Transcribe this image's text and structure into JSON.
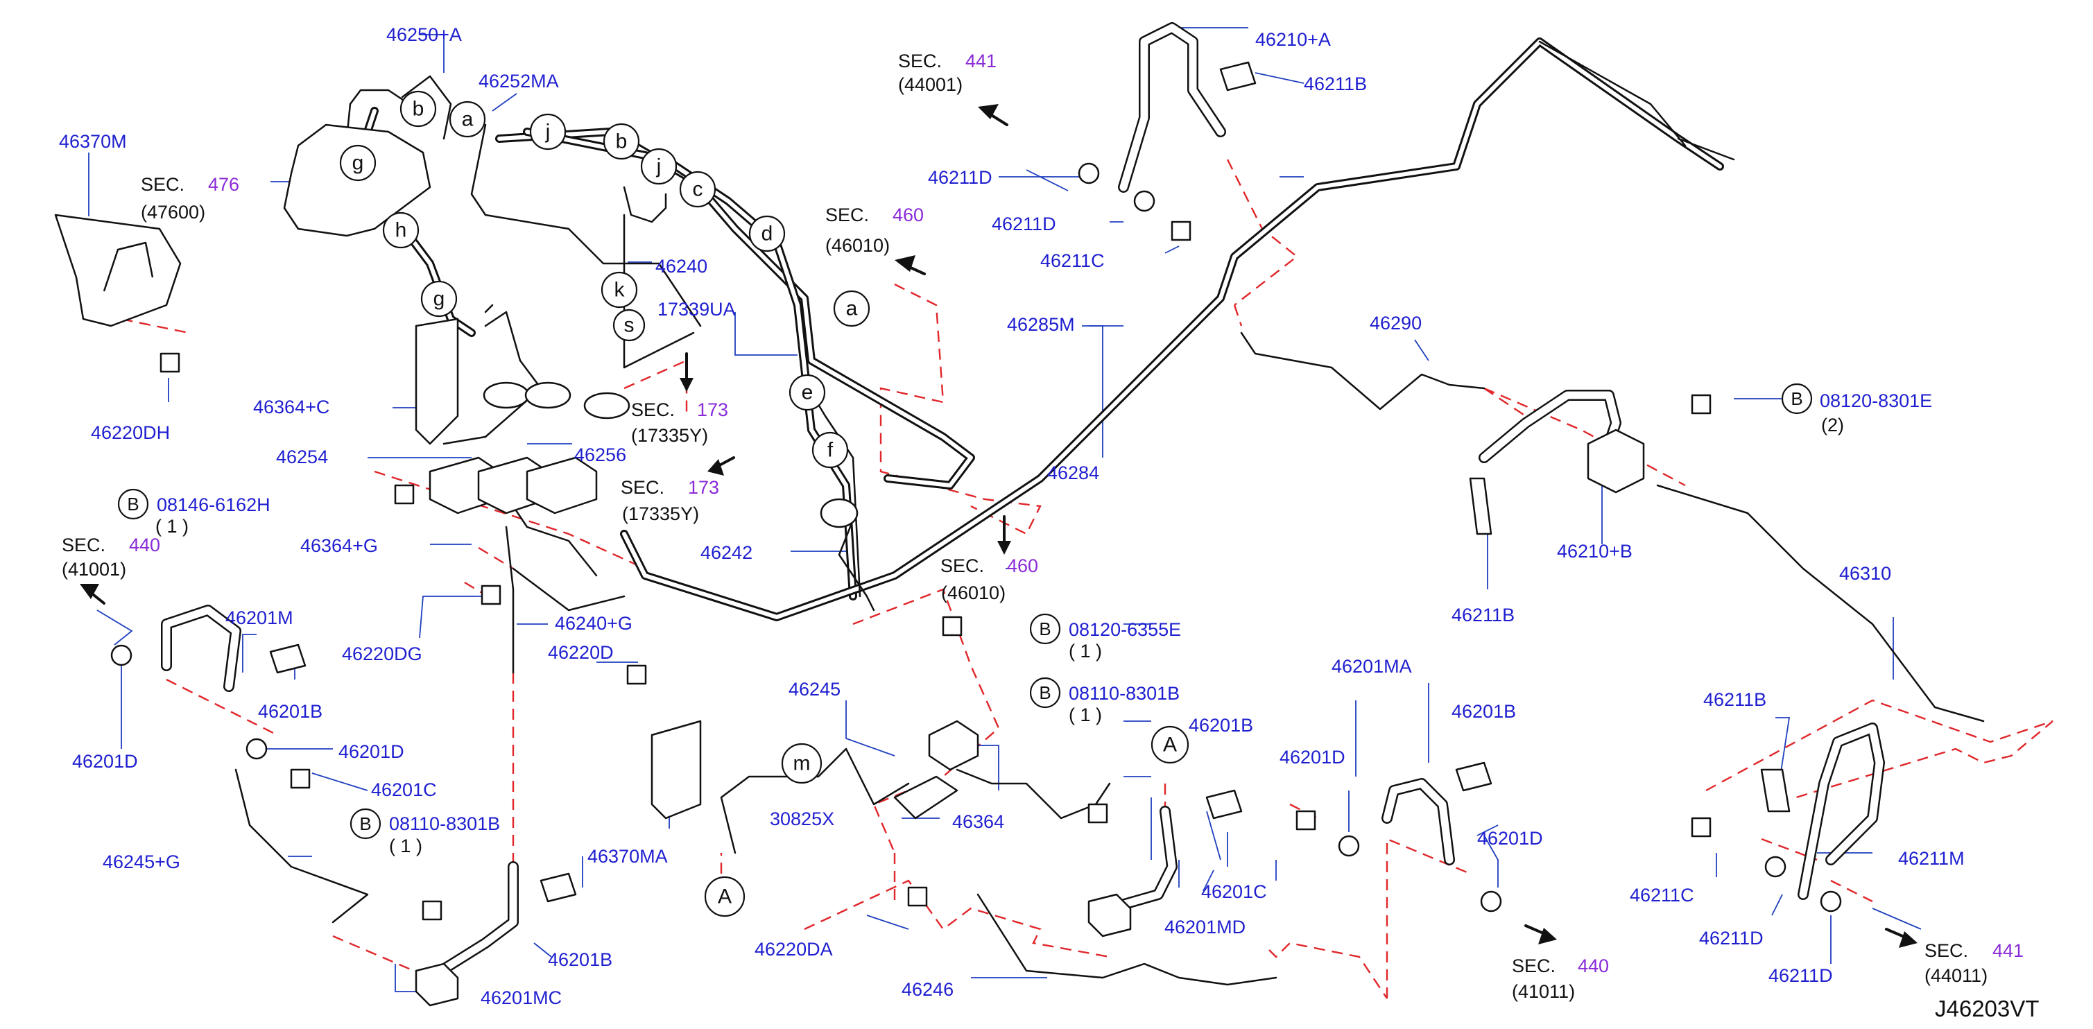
{
  "diagram_code": "J46203VT",
  "part_labels": [
    "46250+A",
    "46252MA",
    "46370M",
    "46240",
    "17339UA",
    "46364+C",
    "46220DH",
    "46254",
    "46256",
    "46364+G",
    "46242",
    "46220DG",
    "46240+G",
    "46220D",
    "46201M",
    "46201B",
    "46201D",
    "46201D",
    "46201C",
    "46245",
    "30825X",
    "46364",
    "46245+G",
    "46370MA",
    "46220DA",
    "46201B",
    "46201MC",
    "46246",
    "46201B",
    "46201C",
    "46201MD",
    "46201MA",
    "46201B",
    "46201D",
    "46201D",
    "46210+A",
    "46211B",
    "46211D",
    "46211D",
    "46211C",
    "46285M",
    "46284",
    "46290",
    "46210+B",
    "46211B",
    "46310",
    "46211B",
    "46211C",
    "46211D",
    "46211M",
    "46211D"
  ],
  "section_refs": [
    {
      "prefix": "SEC.",
      "num": "476",
      "code": "(47600)"
    },
    {
      "prefix": "SEC.",
      "num": "441",
      "code": "(44001)"
    },
    {
      "prefix": "SEC.",
      "num": "460",
      "code": "(46010)"
    },
    {
      "prefix": "SEC.",
      "num": "173",
      "code": "(17335Y)"
    },
    {
      "prefix": "SEC.",
      "num": "173",
      "code": "(17335Y)"
    },
    {
      "prefix": "SEC.",
      "num": "440",
      "code": "(41001)"
    },
    {
      "prefix": "SEC.",
      "num": "460",
      "code": "(46010)"
    },
    {
      "prefix": "SEC.",
      "num": "440",
      "code": "(41011)"
    },
    {
      "prefix": "SEC.",
      "num": "441",
      "code": "(44011)"
    }
  ],
  "bolt_refs": [
    {
      "mark": "B",
      "number": "08146-6162H",
      "qty": "( 1 )"
    },
    {
      "mark": "B",
      "number": "08120-6355E",
      "qty": "( 1 )"
    },
    {
      "mark": "B",
      "number": "08110-8301B",
      "qty": "( 1 )"
    },
    {
      "mark": "B",
      "number": "08110-8301B",
      "qty": "( 1 )"
    },
    {
      "mark": "B",
      "number": "08120-8301E",
      "qty": "(2)"
    }
  ],
  "circle_markers": [
    "b",
    "a",
    "g",
    "j",
    "b",
    "j",
    "c",
    "h",
    "d",
    "g",
    "k",
    "a",
    "s",
    "e",
    "f",
    "m",
    "A",
    "A"
  ]
}
